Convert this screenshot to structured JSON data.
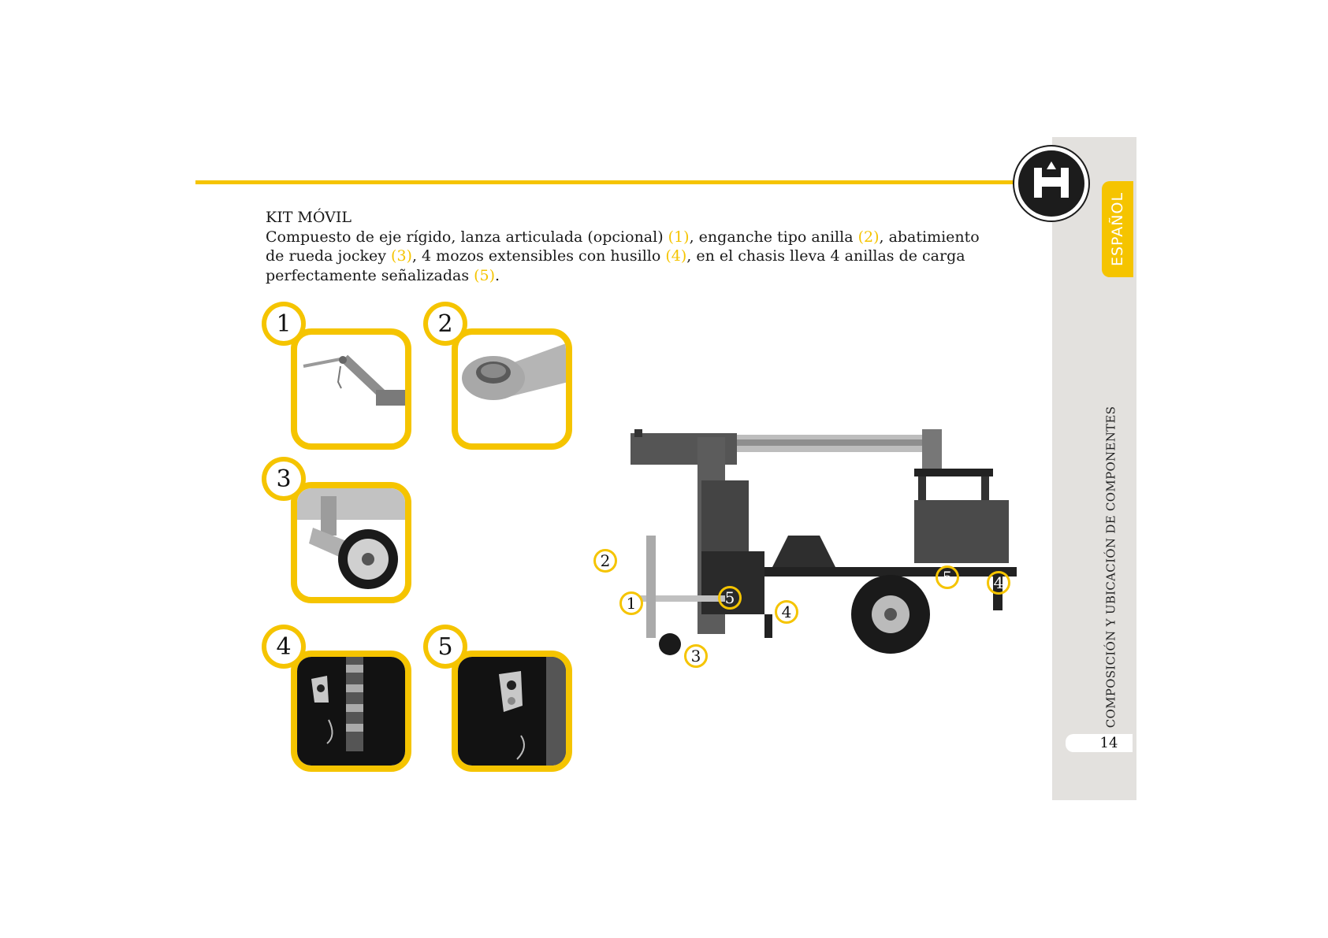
{
  "header": {
    "title": "KIT MÓVIL"
  },
  "body": {
    "intro": "Compuesto de eje rígido, lanza articulada (opcional) ",
    "ref1": "(1)",
    "s1": ", enganche tipo anilla ",
    "ref2": "(2)",
    "s2": ", abatimiento de rueda jockey ",
    "ref3": "(3)",
    "s3": ", 4 mozos extensibles con husillo ",
    "ref4": "(4)",
    "s4": ", en el chasis lleva 4 anillas de carga perfectamente señalizadas ",
    "ref5": "(5)",
    "end": "."
  },
  "sidebar": {
    "language": "ESPAÑOL",
    "section": "COMPOSICIÓN Y UBICACIÓN DE COMPONENTES",
    "page": "14"
  },
  "thumbnails": [
    {
      "num": "1",
      "icon": "articulated-drawbar-photo"
    },
    {
      "num": "2",
      "icon": "towing-eye-photo"
    },
    {
      "num": "3",
      "icon": "jockey-wheel-photo"
    },
    {
      "num": "4",
      "icon": "stabilizer-leg-photo"
    },
    {
      "num": "5",
      "icon": "lifting-ring-photo"
    }
  ],
  "callouts": [
    "2",
    "1",
    "5",
    "4",
    "3",
    "5",
    "4"
  ],
  "colors": {
    "accent": "#f5c400",
    "sidebar": "#e3e1de",
    "dark": "#1c1c1c"
  }
}
